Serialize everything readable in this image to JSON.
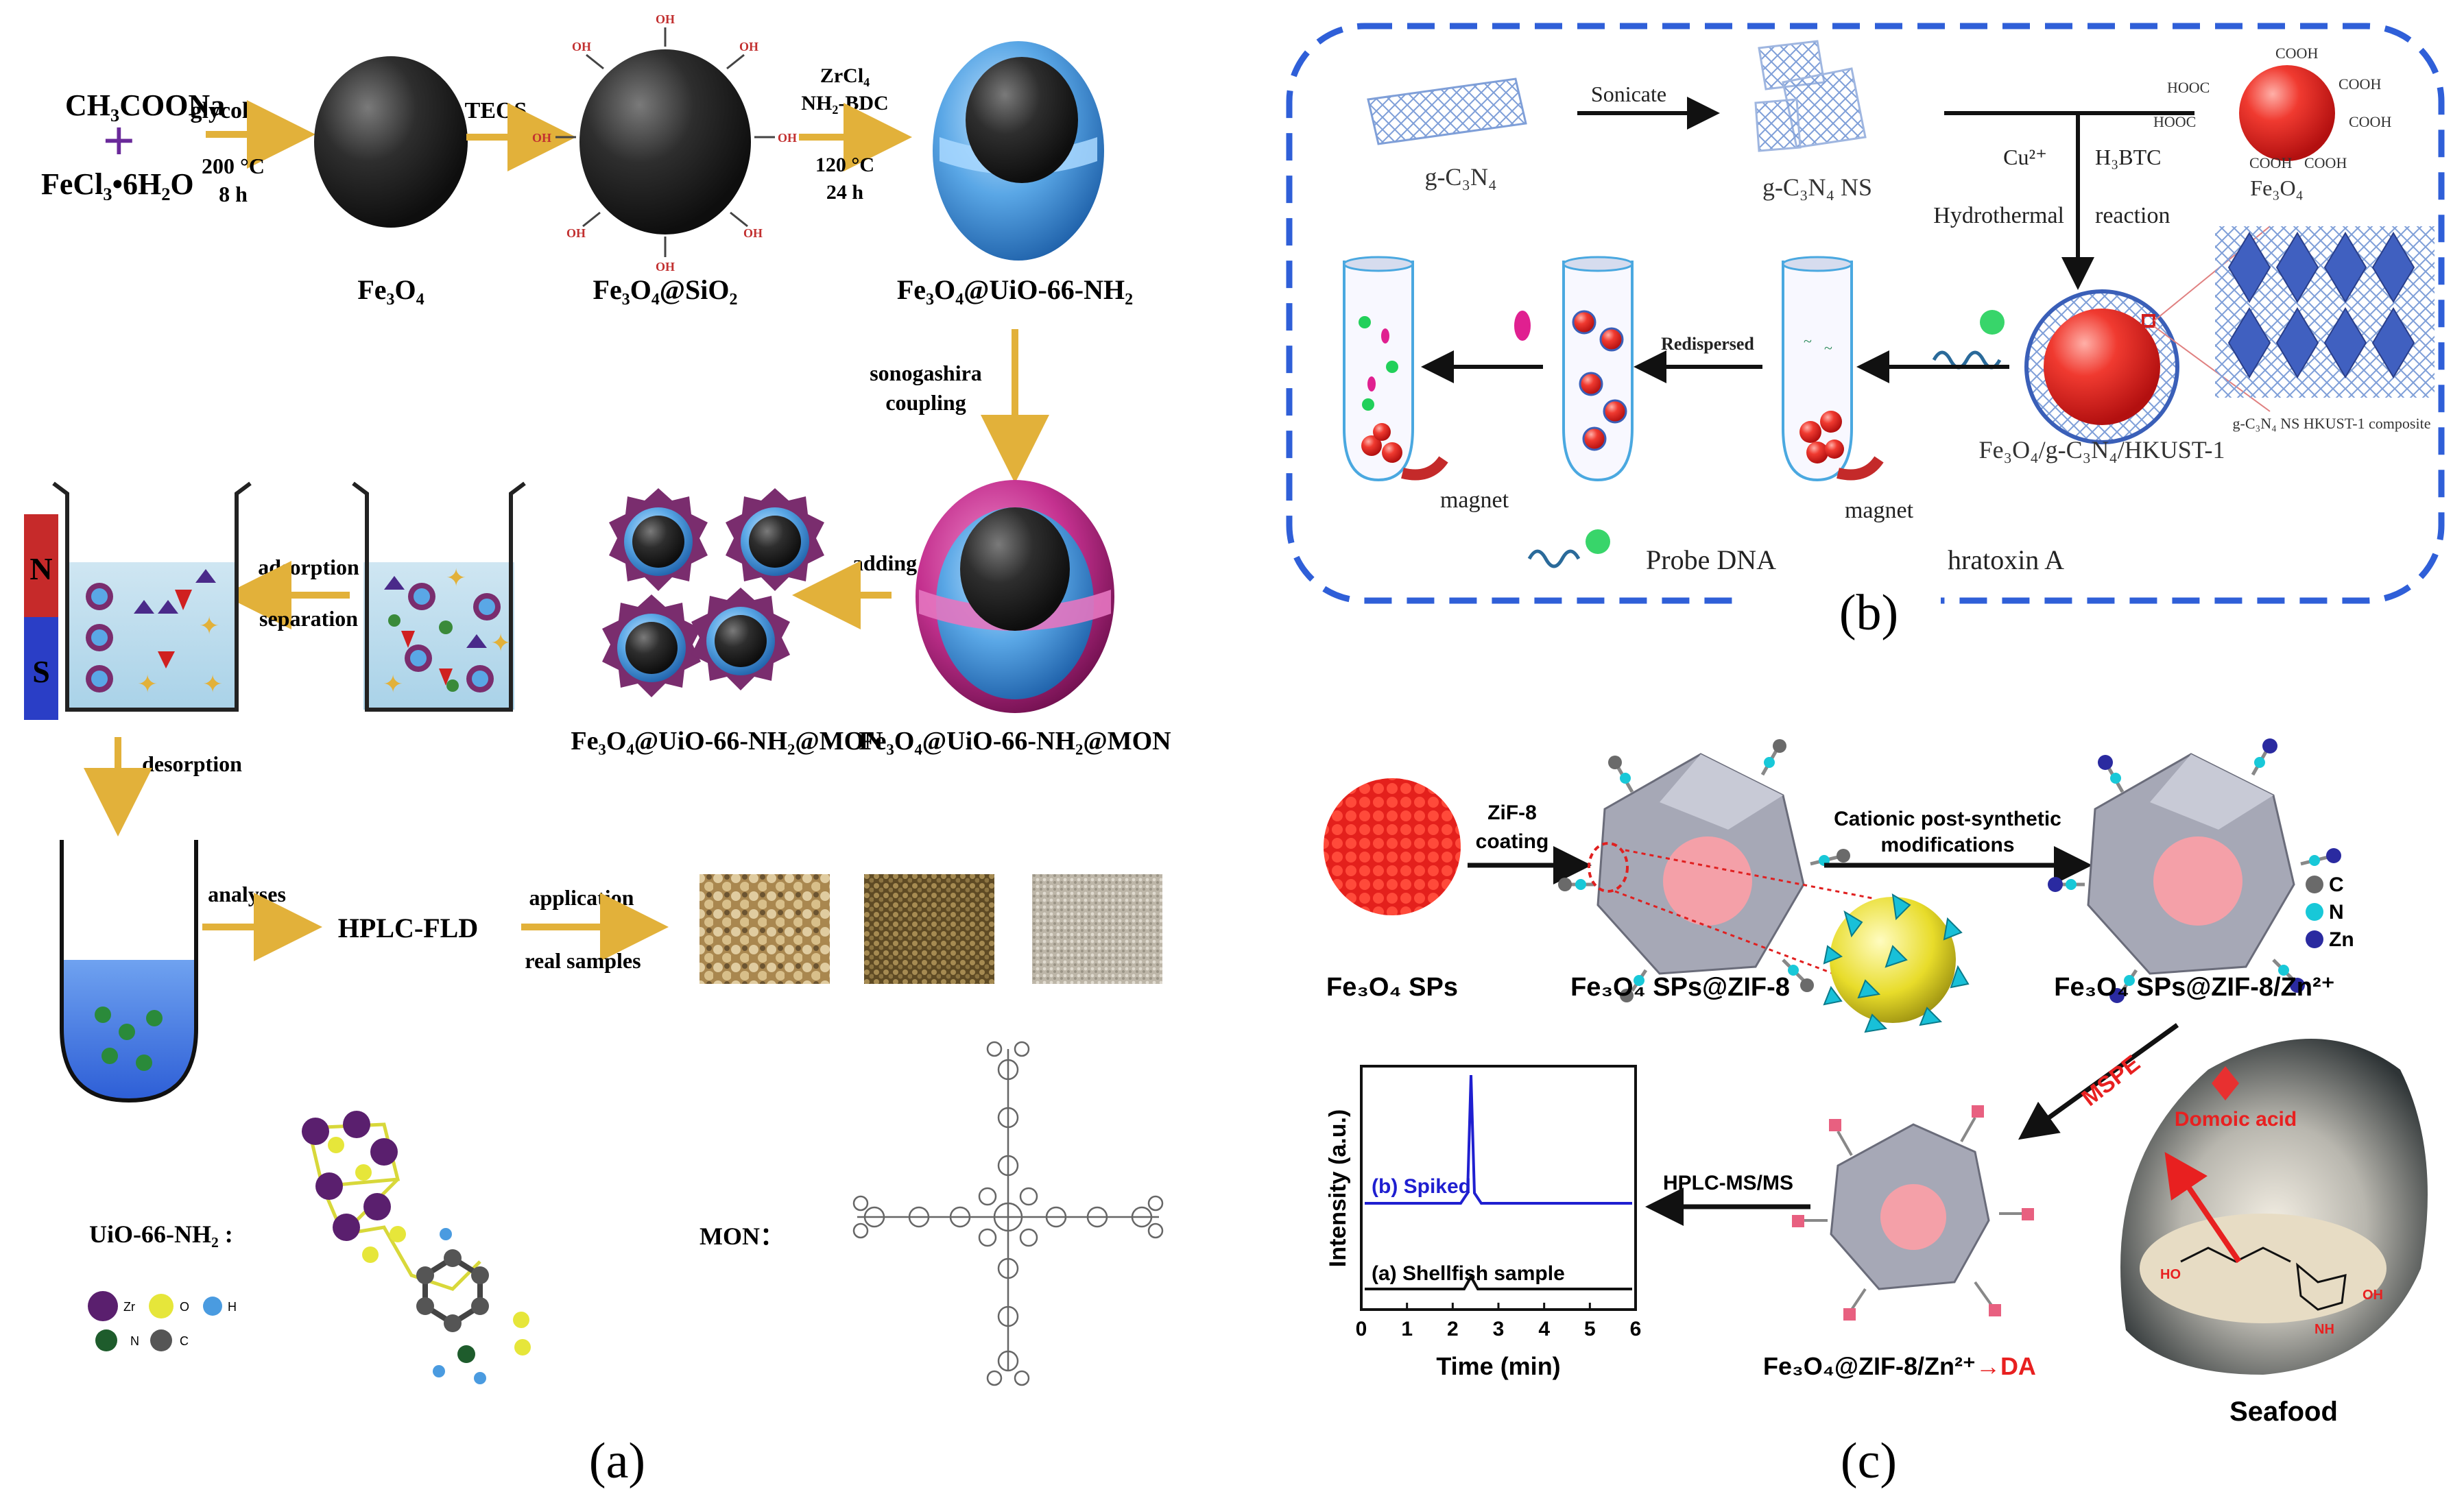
{
  "colors": {
    "arrow_gold": "#e2b13a",
    "sphere_dark": "#2a2a2a",
    "uio_blue": "#5aa7e6",
    "mon_magenta": "#c4318f",
    "dash_blue": "#2f5fd8",
    "sphere_red": "#e8322a",
    "spiked_blue": "#1f1fd0",
    "da_red": "#e82020"
  },
  "panel_a": {
    "letter": "(a)",
    "reagents": [
      "CH₃COONa",
      "+",
      "FeCl₃•6H₂O"
    ],
    "step1": [
      "glycol",
      "200 °C",
      "8 h"
    ],
    "step2": "TEOS",
    "step3": [
      "ZrCl₄",
      "NH₂-BDC",
      "120 °C",
      "24 h"
    ],
    "p1": "Fe₃O₄",
    "p2": "Fe₃O₄@SiO₂",
    "p3": "Fe₃O₄@UiO-66-NH₂",
    "step4": [
      "sonogashira",
      "coupling"
    ],
    "p4": "Fe₃O₄@UiO-66-NH₂@MON",
    "p5": "Fe₃O₄@UiO-66-NH₂@MON",
    "step_adding": "adding",
    "step_adsorption": [
      "adsorption",
      "separation"
    ],
    "magnet_n": "N",
    "magnet_s": "S",
    "step_desorption": "desorption",
    "step_analyses": "analyses",
    "hplc": "HPLC-FLD",
    "step_application": [
      "application",
      "real samples"
    ],
    "uio_label": "UiO-66-NH₂ :",
    "mon_label": "MON：",
    "atom_legend": [
      "Zr",
      "O",
      "H",
      "N",
      "C"
    ],
    "oh": "OH"
  },
  "panel_b": {
    "letter": "(b)",
    "sonicate": "Sonicate",
    "gcn": "g-C₃N₄",
    "gcn_ns": "g-C₃N₄ NS",
    "cooh": "COOH",
    "hooc": "HOOC",
    "cooh_groups": [
      "COOH",
      "COOH",
      "HOOC",
      "COOH",
      "HOOC",
      "COOH",
      "COOH"
    ],
    "fe3o4": "Fe₃O₄",
    "cu": "Cu²⁺",
    "h3btc": "H₃BTC",
    "hydrothermal": "Hydrothermal",
    "reaction": "reaction",
    "composite": "g-C₃N₄ NS HKUST-1 composite",
    "product": "Fe₃O₄/g-C₃N₄/HKUST-1",
    "redispersed": "Redispersed",
    "magnet": "magnet",
    "probe": "Probe DNA",
    "ochratoxin": "hratoxin A"
  },
  "panel_c": {
    "letter": "(c)",
    "zif_coating": [
      "ZiF-8",
      "coating"
    ],
    "cationic": [
      "Cationic post-synthetic",
      "modifications"
    ],
    "sps": "Fe₃O₄ SPs",
    "sps_zif": "Fe₃O₄ SPs@ZIF-8",
    "sps_zif_zn": "Fe₃O₄ SPs@ZIF-8/Zn²⁺",
    "legend": [
      "C",
      "N",
      "Zn"
    ],
    "mspe": "MSPE",
    "domoic": "Domoic acid",
    "seafood": "Seafood",
    "hplc_msms": "HPLC-MS/MS",
    "product": "Fe₃O₄@ZIF-8/Zn²⁺",
    "product_da": "→DA",
    "inset": {
      "ylabel": "Intensity (a.u.)",
      "xlabel": "Time (min)",
      "xticks": [
        "0",
        "1",
        "2",
        "3",
        "4",
        "5",
        "6"
      ],
      "spiked": "(b) Spiked",
      "shellfish": "(a) Shellfish sample"
    }
  }
}
